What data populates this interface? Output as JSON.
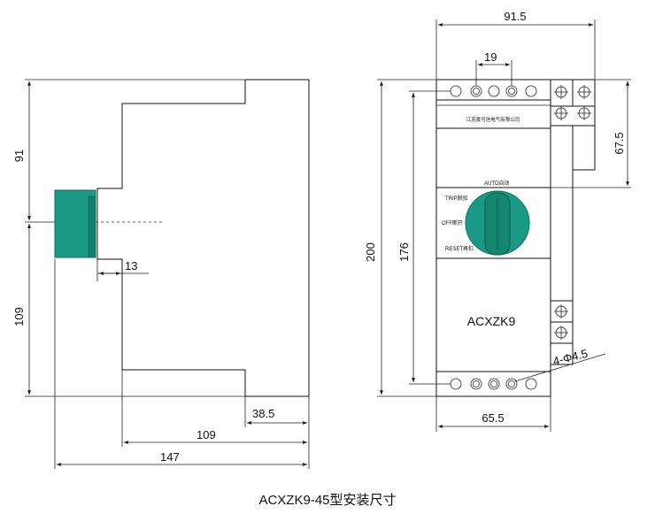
{
  "caption": "ACXZK9-45型安装尺寸",
  "dims": {
    "side_top": "91",
    "side_bottom": "109",
    "side_knob": "13",
    "side_rear": "38.5",
    "side_depth": "109",
    "side_total": "147",
    "front_width": "91.5",
    "terminal_pitch": "19",
    "front_total_height": "200",
    "front_body_height": "176",
    "rail_height": "67.5",
    "front_body_width": "65.5",
    "holes": "4-Φ4.5"
  },
  "front": {
    "company": "江苏爱可信电气有限公司",
    "model": "ACXZK9",
    "label_auto": "AUTO自动",
    "label_trip": "TRIP脱扣",
    "label_off": "OFF断开",
    "label_reset": "RESET再扣"
  },
  "colors": {
    "knob": "#1a9a86",
    "knob_dark": "#0d6e5e"
  }
}
